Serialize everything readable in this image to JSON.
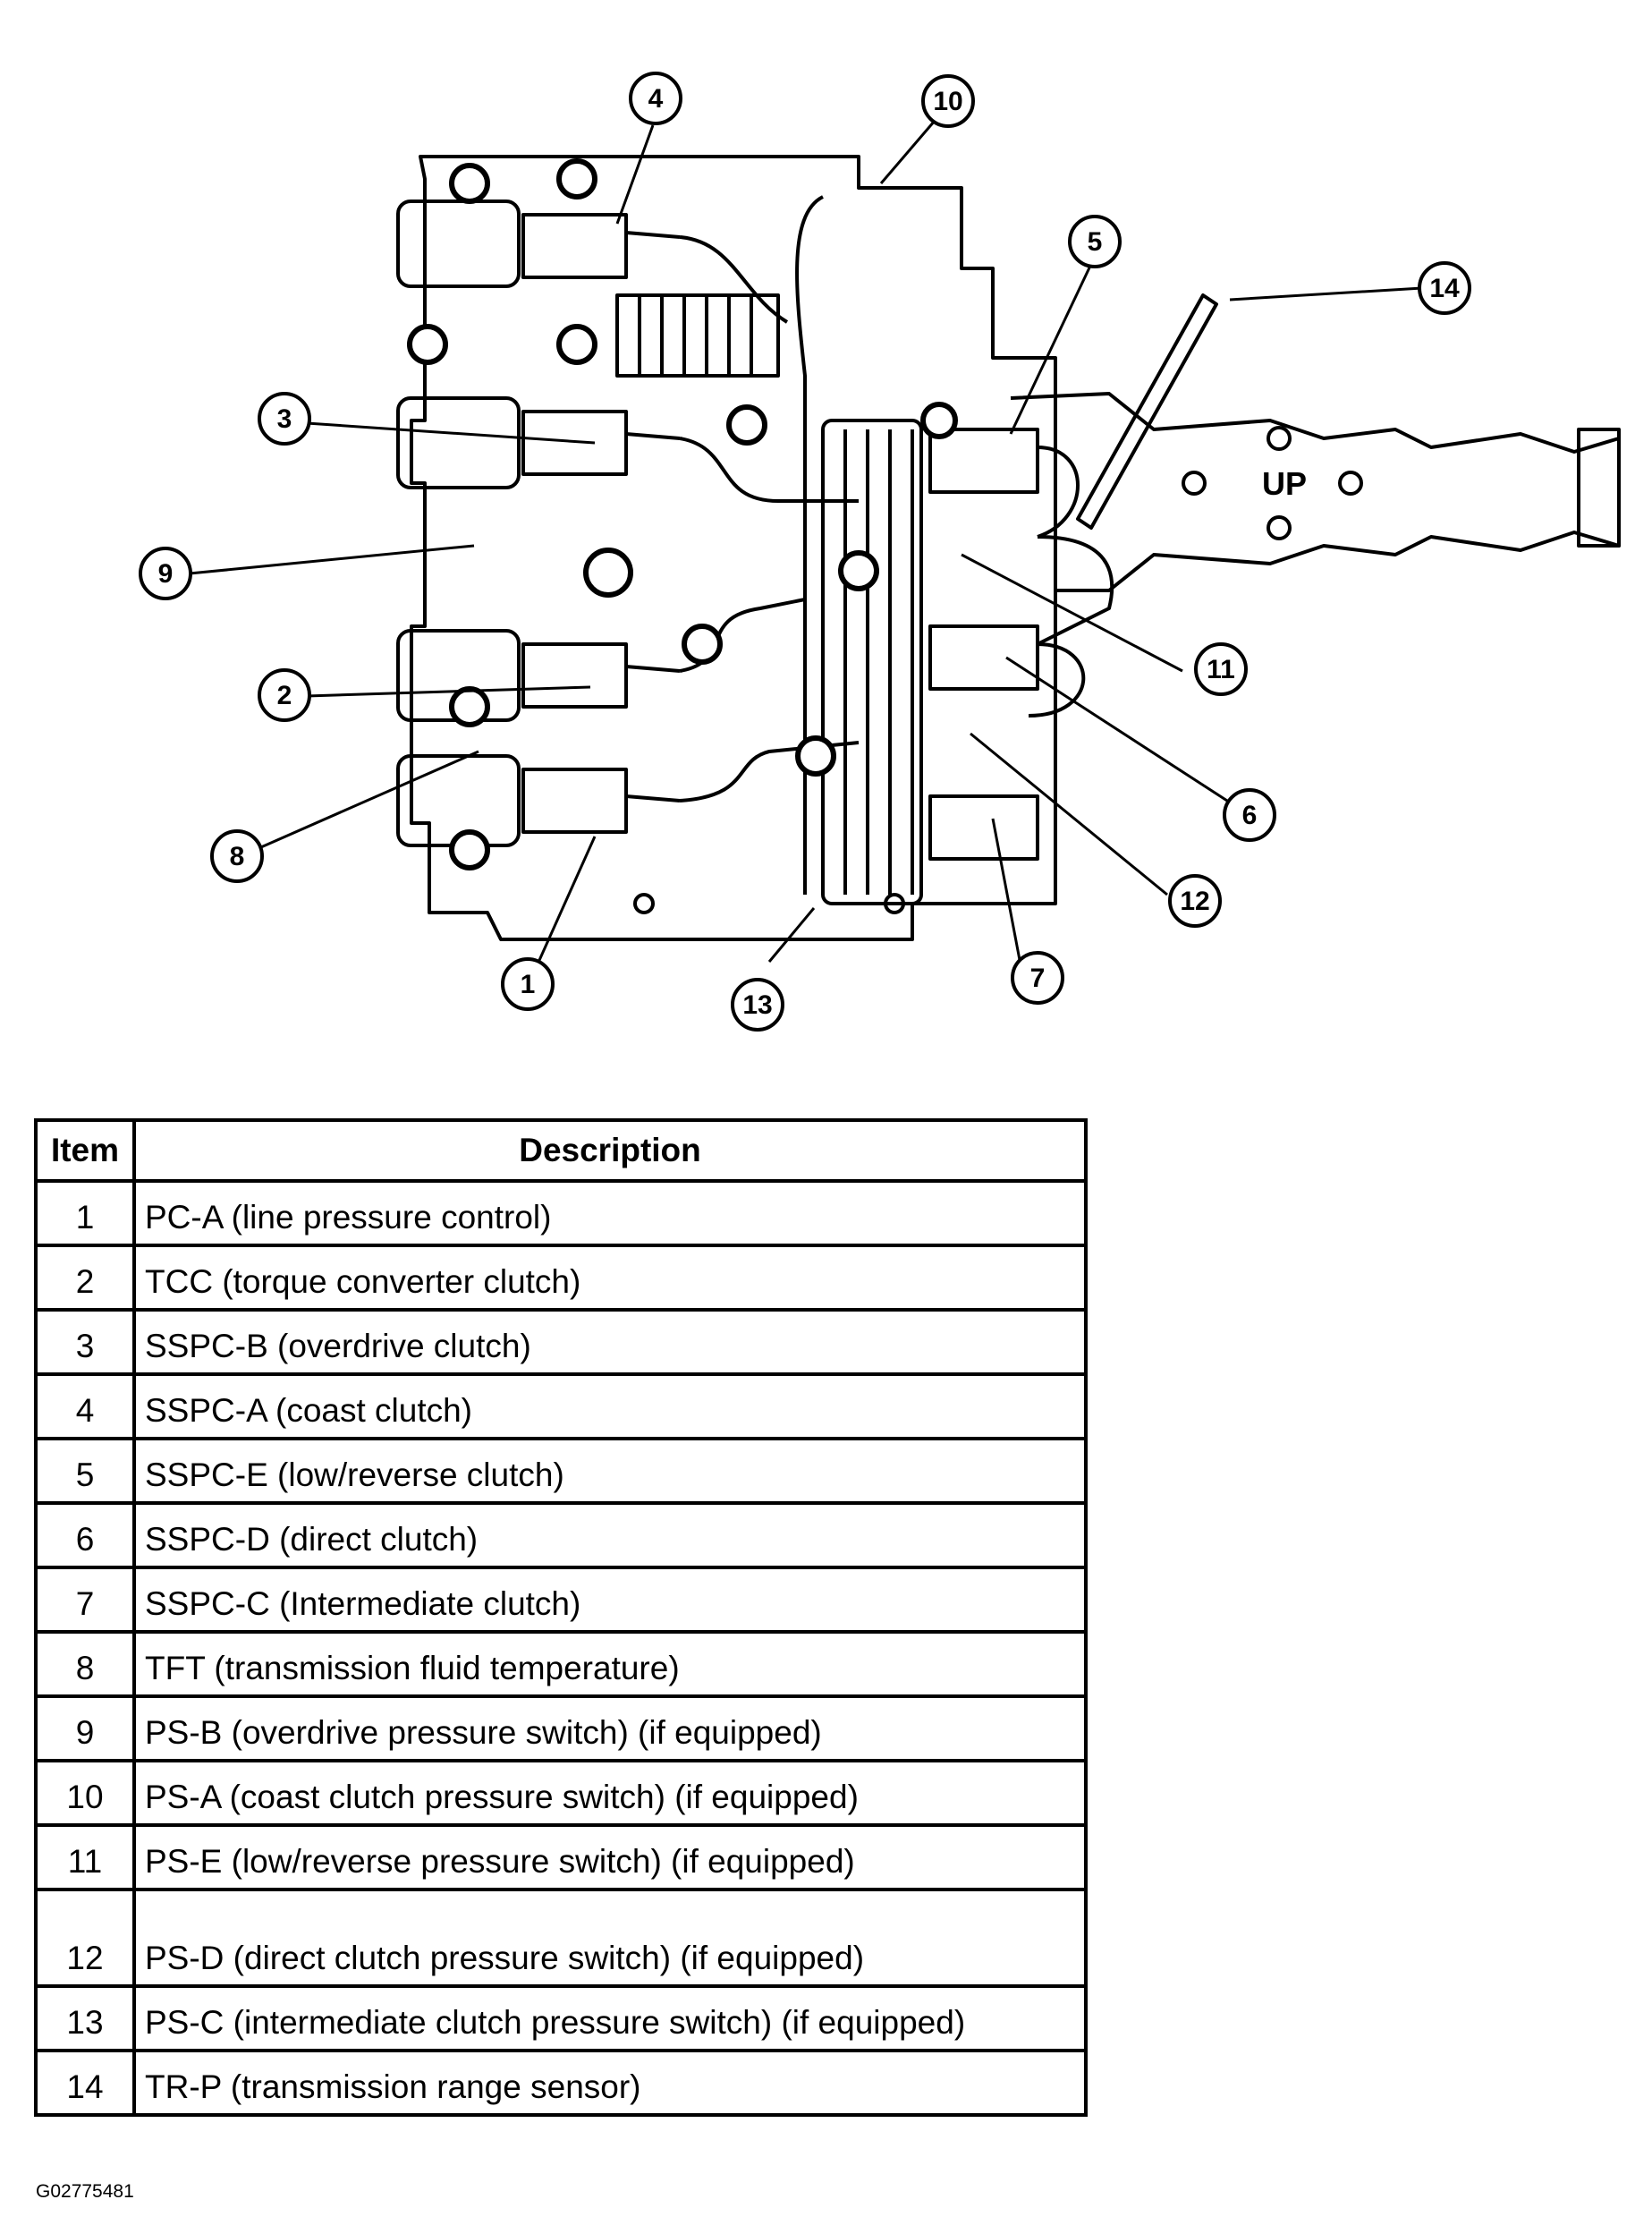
{
  "diagram": {
    "callouts": [
      "1",
      "2",
      "3",
      "4",
      "5",
      "6",
      "7",
      "8",
      "9",
      "10",
      "11",
      "12",
      "13",
      "14"
    ],
    "embossed_text": "UP"
  },
  "table": {
    "headers": {
      "item": "Item",
      "description": "Description"
    },
    "rows": [
      {
        "item": "1",
        "description": "PC-A (line pressure control)"
      },
      {
        "item": "2",
        "description": "TCC (torque converter clutch)"
      },
      {
        "item": "3",
        "description": "SSPC-B (overdrive clutch)"
      },
      {
        "item": "4",
        "description": "SSPC-A (coast clutch)"
      },
      {
        "item": "5",
        "description": "SSPC-E (low/reverse clutch)"
      },
      {
        "item": "6",
        "description": "SSPC-D (direct clutch)"
      },
      {
        "item": "7",
        "description": "SSPC-C (Intermediate clutch)"
      },
      {
        "item": "8",
        "description": "TFT (transmission fluid temperature)"
      },
      {
        "item": "9",
        "description": "PS-B (overdrive pressure switch) (if equipped)"
      },
      {
        "item": "10",
        "description": "PS-A (coast clutch pressure switch) (if equipped)"
      },
      {
        "item": "11",
        "description": "PS-E (low/reverse pressure switch) (if equipped)"
      },
      {
        "item": "12",
        "description": "PS-D (direct clutch pressure switch) (if equipped)"
      },
      {
        "item": "13",
        "description": "PS-C (intermediate clutch pressure switch) (if equipped)"
      },
      {
        "item": "14",
        "description": "TR-P (transmission range sensor)"
      }
    ]
  },
  "figure_id": "G02775481"
}
